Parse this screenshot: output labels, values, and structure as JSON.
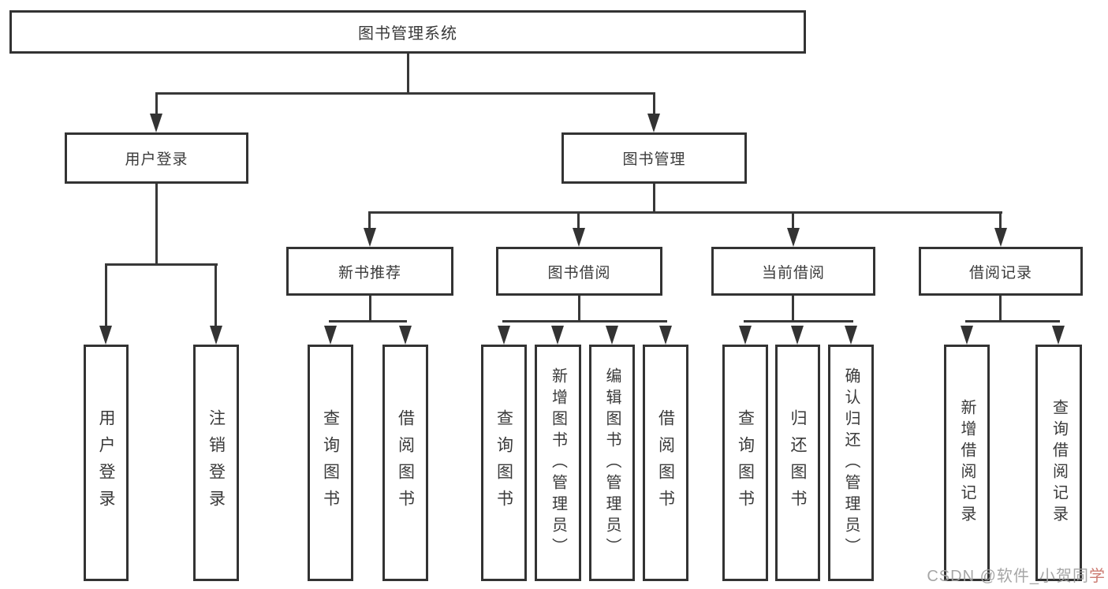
{
  "diagram": {
    "root": {
      "label": "图书管理系统"
    },
    "branches": [
      {
        "label": "用户登录",
        "children": [
          {
            "label": "用户登录"
          },
          {
            "label": "注销登录"
          }
        ]
      },
      {
        "label": "图书管理",
        "children": [
          {
            "label": "新书推荐",
            "children": [
              {
                "label": "查询图书"
              },
              {
                "label": "借阅图书"
              }
            ]
          },
          {
            "label": "图书借阅",
            "children": [
              {
                "label": "查询图书"
              },
              {
                "label": "新增图书（管理员）"
              },
              {
                "label": "编辑图书（管理员）"
              },
              {
                "label": "借阅图书"
              }
            ]
          },
          {
            "label": "当前借阅",
            "children": [
              {
                "label": "查询图书"
              },
              {
                "label": "归还图书"
              },
              {
                "label": "确认归还（管理员）"
              }
            ]
          },
          {
            "label": "借阅记录",
            "children": [
              {
                "label": "新增借阅记录"
              },
              {
                "label": "查询借阅记录"
              }
            ]
          }
        ]
      }
    ]
  },
  "watermark": {
    "prefix": "CSDN @软件_小贺同",
    "suffix": "学"
  }
}
